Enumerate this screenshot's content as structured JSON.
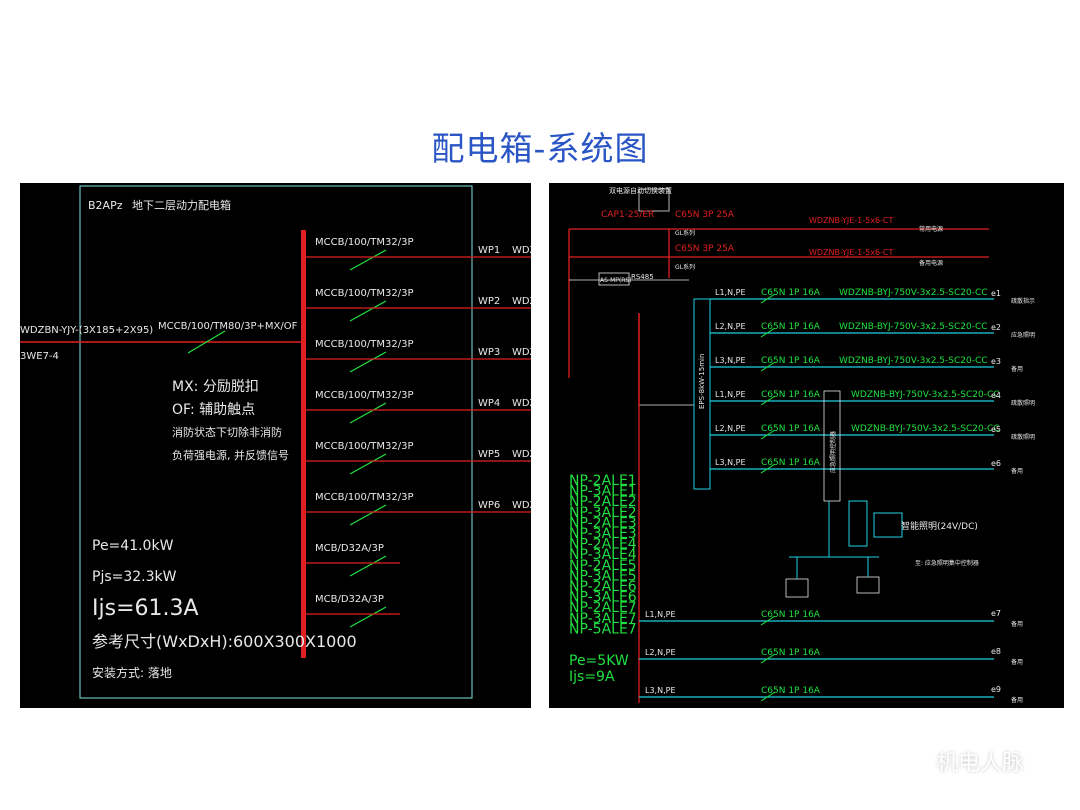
{
  "slide": {
    "title": "配电箱-系统图"
  },
  "left": {
    "box_id": "B2APz",
    "box_name": "地下二层动力配电箱",
    "feeder_cable": "WDZBN-YJY-(3X185+2X95)",
    "feeder_source": "3WE7-4",
    "main_breaker": "MCCB/100/TM80/3P+MX/OF",
    "notes": [
      "MX: 分励脱扣",
      "OF: 辅助触点",
      "消防状态下切除非消防",
      "负荷强电源, 并反馈信号"
    ],
    "branches": [
      {
        "breaker": "MCCB/100/TM32/3P",
        "circuit": "WP1",
        "tag": "WDZ"
      },
      {
        "breaker": "MCCB/100/TM32/3P",
        "circuit": "WP2",
        "tag": "WDZ"
      },
      {
        "breaker": "MCCB/100/TM32/3P",
        "circuit": "WP3",
        "tag": "WDZ"
      },
      {
        "breaker": "MCCB/100/TM32/3P",
        "circuit": "WP4",
        "tag": "WDZ"
      },
      {
        "breaker": "MCCB/100/TM32/3P",
        "circuit": "WP5",
        "tag": "WDZ"
      },
      {
        "breaker": "MCCB/100/TM32/3P",
        "circuit": "WP6",
        "tag": "WDZ"
      },
      {
        "breaker": "MCB/D32A/3P",
        "circuit": "",
        "tag": ""
      },
      {
        "breaker": "MCB/D32A/3P",
        "circuit": "",
        "tag": ""
      }
    ],
    "pe": "Pe=41.0kW",
    "pjs": "Pjs=32.3kW",
    "ijs": "Ijs=61.3A",
    "dimensions": "参考尺寸(WxDxH):600X300X1000",
    "install": "安装方式: 落地"
  },
  "right": {
    "top_label": "双电源自动切换装置",
    "incoming": [
      {
        "breaker": "CAP1-25/ER",
        "device": "C65N 3P 25A",
        "cable": "WDZNB-YJE-1-5x6-CT",
        "dest": "常用电源"
      },
      {
        "breaker": "",
        "device": "C65N 3P 25A",
        "cable": "WDZNB-YJE-1-5x6-CT",
        "dest": "备用电源"
      }
    ],
    "small_labels": [
      "GL系列",
      "GL系列"
    ],
    "switch_label": "RS485",
    "switch_tag": "AS-MP(RS)",
    "bus_label": "EPS-8kW-15min",
    "circuits_top": [
      {
        "phase": "L1,N,PE",
        "breaker": "C65N 1P 16A",
        "cable": "WDZNB-BYJ-750V-3x2.5-SC20-CC",
        "id": "e1",
        "use": "疏散指示"
      },
      {
        "phase": "L2,N,PE",
        "breaker": "C65N 1P 16A",
        "cable": "WDZNB-BYJ-750V-3x2.5-SC20-CC",
        "id": "e2",
        "use": "应急照明"
      },
      {
        "phase": "L3,N,PE",
        "breaker": "C65N 1P 16A",
        "cable": "WDZNB-BYJ-750V-3x2.5-SC20-CC",
        "id": "e3",
        "use": "备用"
      },
      {
        "phase": "L1,N,PE",
        "breaker": "C65N 1P 16A",
        "cable": "WDZNB-BYJ-750V-3x2.5-SC20-CC",
        "id": "e4",
        "use": "疏散照明"
      },
      {
        "phase": "L2,N,PE",
        "breaker": "C65N 1P 16A",
        "cable": "WDZNB-BYJ-750V-3x2.5-SC20-CC",
        "id": "e5",
        "use": "疏散照明"
      },
      {
        "phase": "L3,N,PE",
        "breaker": "C65N 1P 16A",
        "cable": "",
        "id": "e6",
        "use": "备用"
      }
    ],
    "controller_label": "应急照明控制器",
    "dc_label": "智能照明(24V/DC)",
    "dc_note": "至: 应急照明集中控制器",
    "np_list": [
      "NP-2ALE1",
      "NP-3ALE1",
      "NP-2ALE2",
      "NP-3ALE2",
      "NP-2ALE3",
      "NP-3ALE3",
      "NP-2ALE4",
      "NP-3ALE4",
      "NP-2ALE5",
      "NP-3ALE5",
      "NP-2ALE6",
      "NP-3ALE6",
      "NP-2ALE7",
      "NP-3ALE7",
      "NP-5ALE7"
    ],
    "circuits_bottom": [
      {
        "phase": "L1,N,PE",
        "breaker": "C65N 1P 16A",
        "id": "e7",
        "use": "备用"
      },
      {
        "phase": "L2,N,PE",
        "breaker": "C65N 1P 16A",
        "id": "e8",
        "use": "备用"
      },
      {
        "phase": "L3,N,PE",
        "breaker": "C65N 1P 16A",
        "id": "e9",
        "use": "备用"
      }
    ],
    "pe": "Pe=5KW",
    "ijs": "Ijs=9A"
  },
  "watermark": {
    "text": "机电人脉"
  },
  "colors": {
    "title": "#2a55c4",
    "cad_red": "#e02020",
    "cad_cyan": "#20d0e0",
    "cad_green": "#20e040",
    "cad_white": "#e8e8e8",
    "cad_box": "#7fe0e0"
  }
}
